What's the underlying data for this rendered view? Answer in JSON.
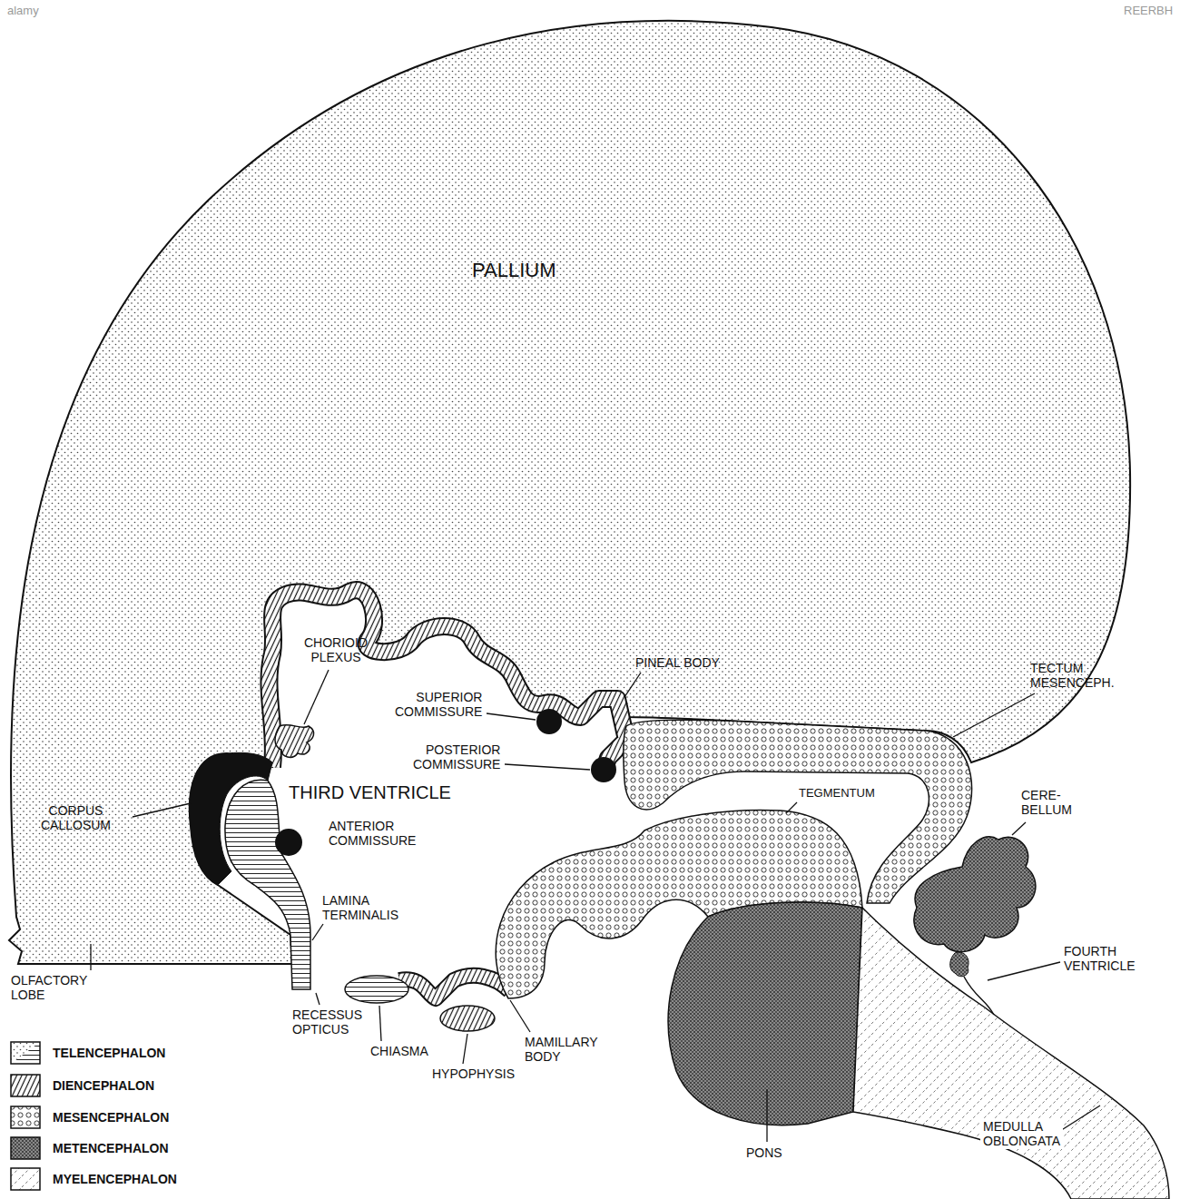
{
  "diagram": {
    "labels": [
      "alamy",
      "REERBH",
      "PALLIUM",
      "CHORIOID PLEXUS",
      "PINEAL BODY",
      "SUPERIOR COMMISSURE",
      "TECTUM MESENCEPH.",
      "CORPUS CALLOSUM",
      "POSTERIOR COMMISSURE",
      "CERE- BELLUM",
      "THIRD VENTRICLE",
      "TEGMENTUM",
      "ANTERIOR COMMISSURE",
      "LAMINA TERMINALIS",
      "FOURTH VENTRICLE",
      "OLFACTORY LOBE",
      "RECESSUS OPTICUS",
      "CHIASMA",
      "HYPOPHYSIS",
      "MAMILLARY BODY",
      "PONS",
      "MEDULLA OBLONGATA"
    ],
    "legend": [
      {
        "text": "TELENCEPHALON"
      },
      {
        "text": "DIENCEPHALON"
      },
      {
        "text": "MESENCEPHALON"
      },
      {
        "text": "METENCEPHALON"
      },
      {
        "text": "MYELENCEPHALON"
      }
    ]
  }
}
